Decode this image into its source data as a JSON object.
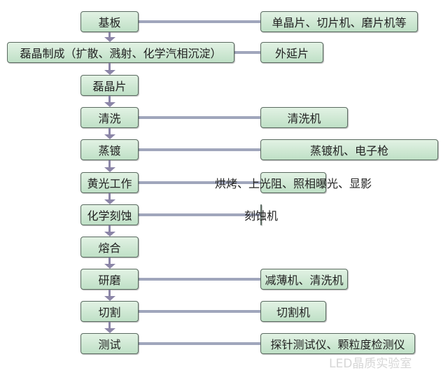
{
  "steps": [
    {
      "label": "基板",
      "note": "单晶片、切片机、磨片机等"
    },
    {
      "label": "磊晶制成（扩散、溅射、化学汽相沉淀）",
      "note": "外延片"
    },
    {
      "label": "磊晶片",
      "note": null
    },
    {
      "label": "清洗",
      "note": "清洗机"
    },
    {
      "label": "蒸镀",
      "note": "蒸镀机、电子枪"
    },
    {
      "label": "黄光工作",
      "note": "烘烤、上光阻、照相曝光、显影"
    },
    {
      "label": "化学刻蚀",
      "note": "刻蚀机"
    },
    {
      "label": "熔合",
      "note": null
    },
    {
      "label": "研磨",
      "note": "减薄机、清洗机"
    },
    {
      "label": "切割",
      "note": "切割机"
    },
    {
      "label": "测试",
      "note": "探针测试仪、颗粒度检测仪"
    }
  ],
  "watermark": "LED晶质实验室"
}
